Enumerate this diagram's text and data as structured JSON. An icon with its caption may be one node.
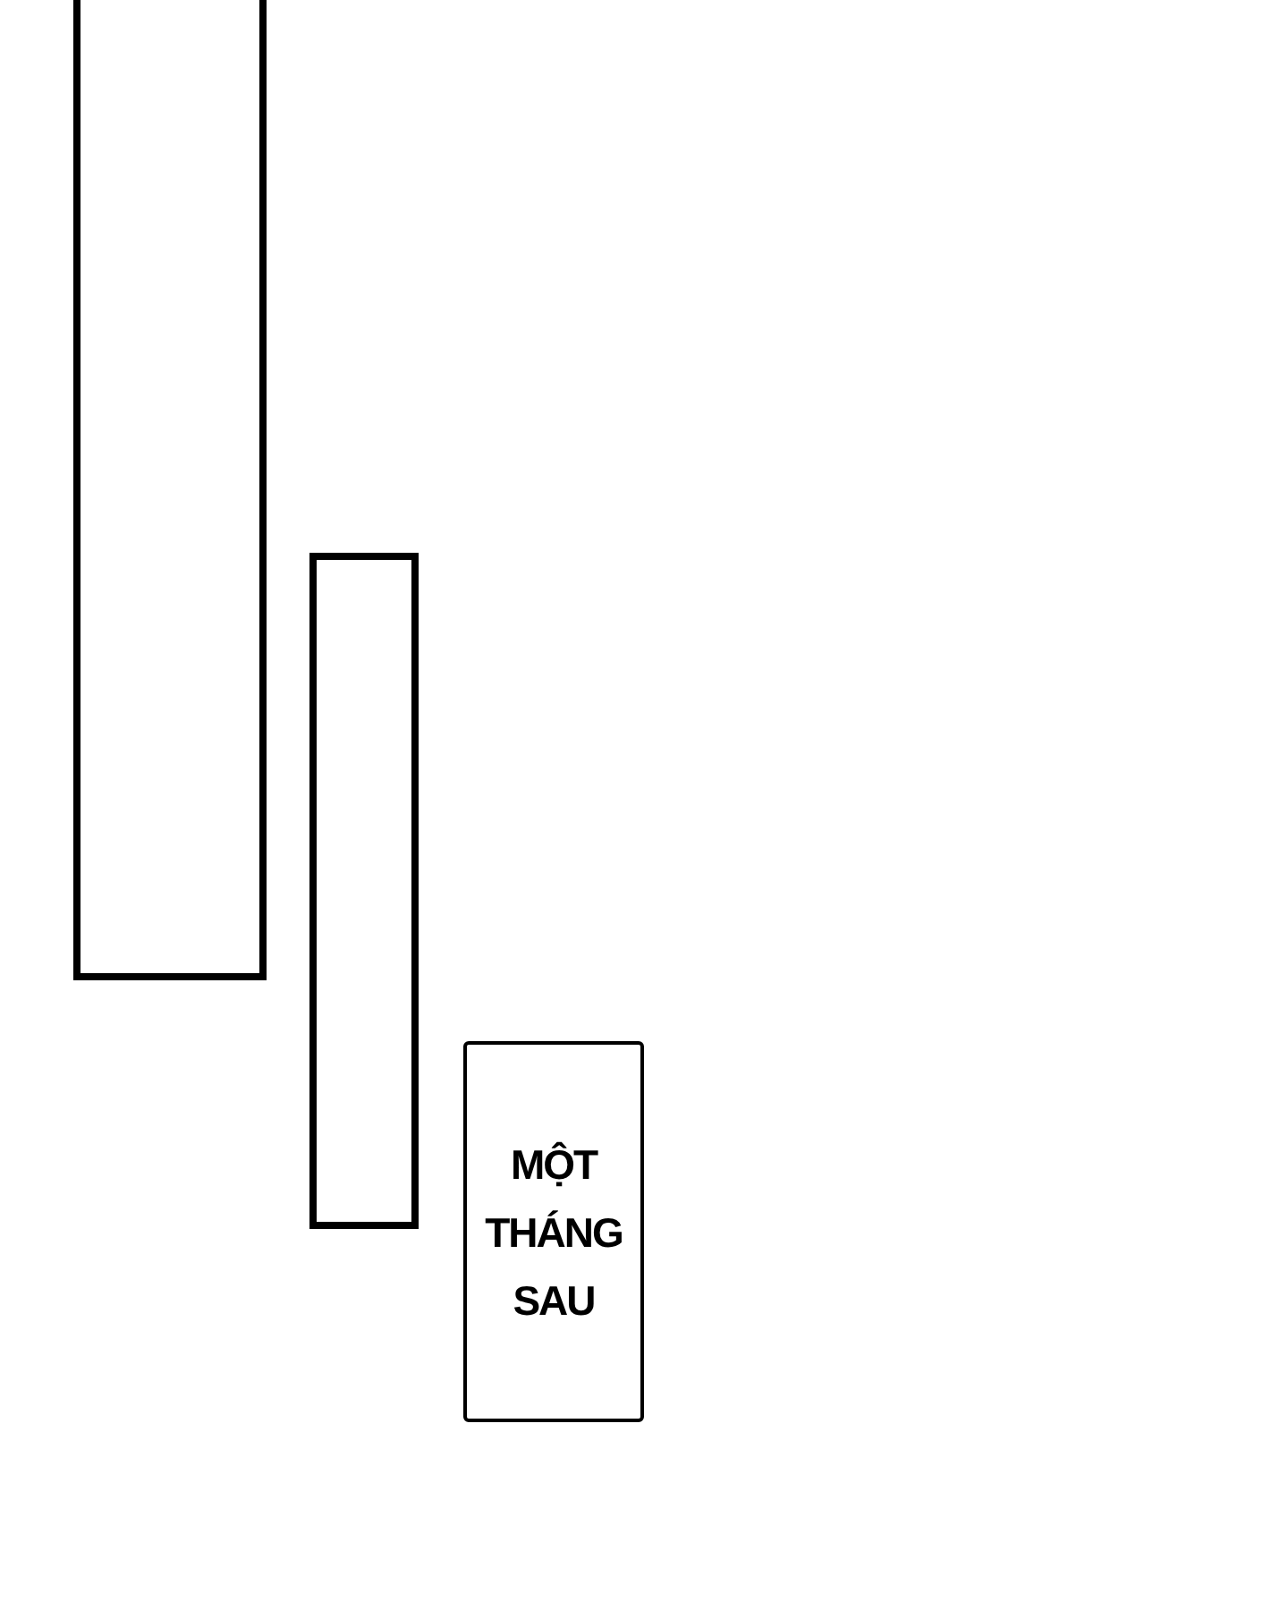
{
  "diagram": {
    "nodes": [
      {
        "text": [],
        "shape": "box"
      },
      {
        "text": [],
        "shape": "box"
      },
      {
        "text": [
          "MỘT THÁNG SAU"
        ]
      }
    ]
  }
}
